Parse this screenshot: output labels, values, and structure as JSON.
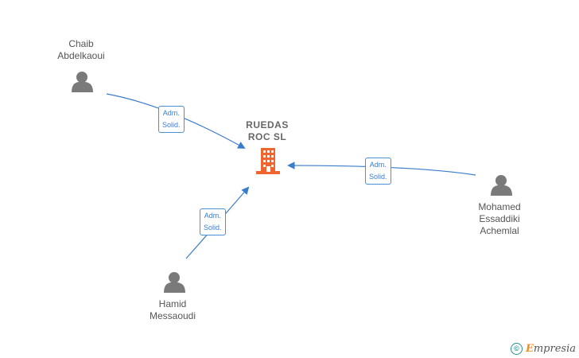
{
  "company": {
    "name_line1": "RUEDAS",
    "name_line2": "ROC  SL",
    "icon": "building-icon",
    "color": "#f0642f"
  },
  "persons": [
    {
      "id": "chaib",
      "name_lines": [
        "Chaib",
        "Abdelkaoui"
      ],
      "icon": "person-icon"
    },
    {
      "id": "hamid",
      "name_lines": [
        "Hamid",
        "Messaoudi"
      ],
      "icon": "person-icon"
    },
    {
      "id": "mohamed",
      "name_lines": [
        "Mohamed",
        "Essaddiki",
        "Achemlal"
      ],
      "icon": "person-icon"
    }
  ],
  "relations": [
    {
      "from": "chaib",
      "label_line1": "Adm.",
      "label_line2": "Solid."
    },
    {
      "from": "hamid",
      "label_line1": "Adm.",
      "label_line2": "Solid."
    },
    {
      "from": "mohamed",
      "label_line1": "Adm.",
      "label_line2": "Solid."
    }
  ],
  "colors": {
    "edge": "#3a7ccc",
    "person": "#7a7a7a",
    "watermark_accent": "#f28c28"
  },
  "watermark": {
    "copyright": "©",
    "brand_initial": "E",
    "brand_rest": "mpresia"
  }
}
